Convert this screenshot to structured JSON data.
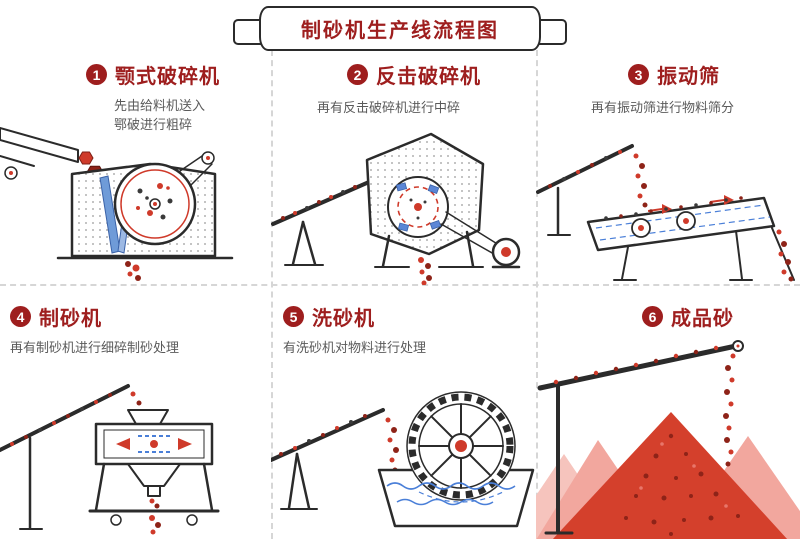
{
  "title": "制砂机生产线流程图",
  "panels": [
    {
      "number": "1",
      "title": "颚式破碎机",
      "desc_lines": [
        "先由给料机送入",
        "鄂破进行粗碎"
      ],
      "illustration": "jaw-crusher"
    },
    {
      "number": "2",
      "title": "反击破碎机",
      "desc_lines": [
        "再有反击破碎机进行中碎"
      ],
      "illustration": "impact-crusher"
    },
    {
      "number": "3",
      "title": "振动筛",
      "desc_lines": [
        "再有振动筛进行物料筛分"
      ],
      "illustration": "vibrating-screen"
    },
    {
      "number": "4",
      "title": "制砂机",
      "desc_lines": [
        "再有制砂机进行细碎制砂处理"
      ],
      "illustration": "sand-making-machine"
    },
    {
      "number": "5",
      "title": "洗砂机",
      "desc_lines": [
        "有洗砂机对物料进行处理"
      ],
      "illustration": "sand-washer"
    },
    {
      "number": "6",
      "title": "成品砂",
      "desc_lines": [],
      "illustration": "finished-sand"
    }
  ],
  "colors": {
    "title_red": "#9e1e1e",
    "badge_red": "#9e1e1e",
    "desc_gray": "#5a5a5a",
    "machine_red": "#cf3a2a",
    "dark_red": "#8e2318",
    "sand_red": "#d4402c",
    "pink": "#f2a79e",
    "pale_pink": "#f6c4bd",
    "blue": "#4a7fd8",
    "line": "#2b2b2b",
    "divider": "#d6d6d6"
  }
}
